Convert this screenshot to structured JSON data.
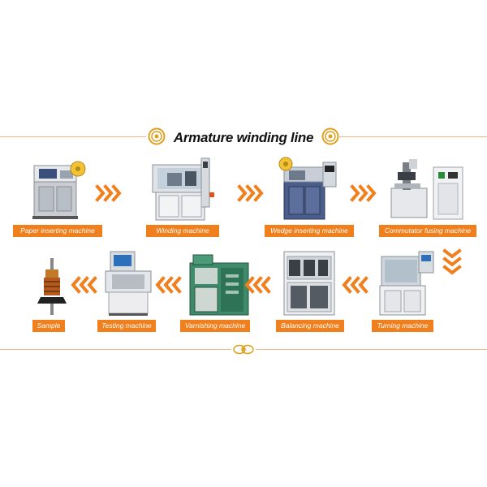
{
  "title": "Armature winding line",
  "colors": {
    "accent": "#f07f1e",
    "rule": "#f0b98a",
    "title": "#111111"
  },
  "icons": [
    "gold-ring-icon",
    "chevron-right-icon",
    "chevron-left-icon",
    "chevron-down-icon"
  ],
  "steps": [
    {
      "id": "paper",
      "label": "Paper inserting  machine"
    },
    {
      "id": "winding",
      "label": "Winding machine"
    },
    {
      "id": "wedge",
      "label": "Wedge inserting machine"
    },
    {
      "id": "commutator",
      "label": "Commutator fusing machine"
    },
    {
      "id": "turning",
      "label": "Turning machine"
    },
    {
      "id": "balancing",
      "label": "Balancing machine"
    },
    {
      "id": "varnishing",
      "label": "Varnishing machine"
    },
    {
      "id": "testing",
      "label": "Testing machine"
    },
    {
      "id": "sample",
      "label": "Sample"
    }
  ]
}
